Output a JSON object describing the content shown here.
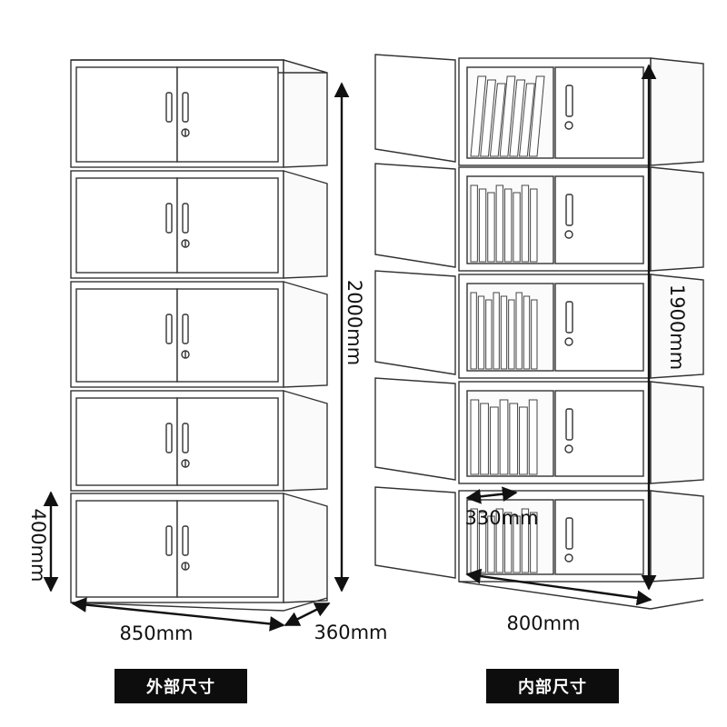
{
  "outer_cabinet": {
    "height_label": "2000mm",
    "width_label": "850mm",
    "depth_label": "360mm",
    "module_height_label": "400mm",
    "caption": "外部尺寸"
  },
  "inner_cabinet": {
    "height_label": "1900mm",
    "width_label": "800mm",
    "depth_label": "330mm",
    "caption": "内部尺寸"
  }
}
